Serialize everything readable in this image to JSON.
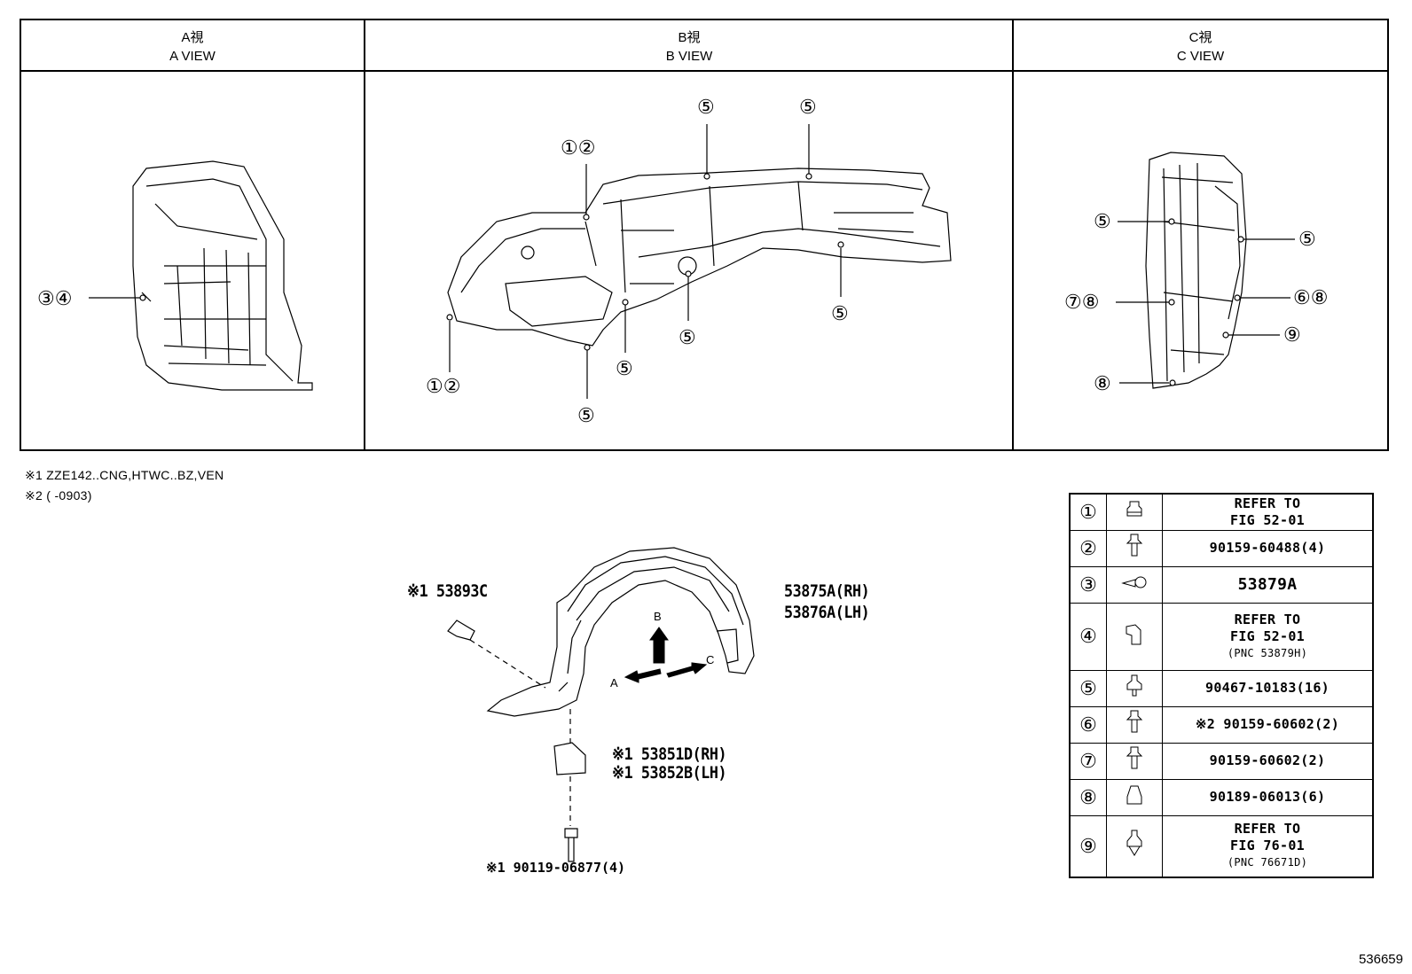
{
  "views": [
    {
      "title_jp": "A視",
      "title_en": "A VIEW"
    },
    {
      "title_jp": "B視",
      "title_en": "B VIEW"
    },
    {
      "title_jp": "C視",
      "title_en": "C VIEW"
    }
  ],
  "callouts": {
    "a_view": [
      "③④"
    ],
    "b_view": [
      "①②",
      "①②",
      "⑤",
      "⑤",
      "⑤",
      "⑤",
      "⑤",
      "⑤"
    ],
    "c_view": [
      "⑤",
      "⑤",
      "⑦⑧",
      "⑥⑧",
      "⑨",
      "⑧"
    ]
  },
  "notes": [
    "※1 ZZE142..CNG,HTWC..BZ,VEN",
    "※2 (      -0903)"
  ],
  "main_labels": {
    "clip_top": "※1 53893C",
    "liner_rh": "53875A(RH)",
    "liner_lh": "53876A(LH)",
    "seal_rh": "※1 53851D(RH)",
    "seal_lh": "※1 53852B(LH)",
    "bolt": "※1 90119-06877(4)",
    "arrow_a": "A",
    "arrow_b": "B",
    "arrow_c": "C"
  },
  "legend": [
    {
      "num": "①",
      "icon": "nut-icon",
      "lines": [
        "REFER TO",
        "FIG 52-01"
      ],
      "note": ""
    },
    {
      "num": "②",
      "icon": "bolt-icon",
      "lines": [
        "90159-60488(4)"
      ],
      "note": ""
    },
    {
      "num": "③",
      "icon": "clip-icon",
      "lines": [
        "53879A"
      ],
      "note": ""
    },
    {
      "num": "④",
      "icon": "bracket-icon",
      "lines": [
        "REFER TO",
        "FIG 52-01"
      ],
      "note": "(PNC 53879H)"
    },
    {
      "num": "⑤",
      "icon": "screw-icon",
      "lines": [
        "90467-10183(16)"
      ],
      "note": ""
    },
    {
      "num": "⑥",
      "icon": "bolt-icon",
      "lines": [
        "※2 90159-60602(2)"
      ],
      "note": ""
    },
    {
      "num": "⑦",
      "icon": "bolt-icon",
      "lines": [
        "90159-60602(2)"
      ],
      "note": ""
    },
    {
      "num": "⑧",
      "icon": "nut-cap-icon",
      "lines": [
        "90189-06013(6)"
      ],
      "note": ""
    },
    {
      "num": "⑨",
      "icon": "push-clip-icon",
      "lines": [
        "REFER TO",
        "FIG 76-01"
      ],
      "note": "(PNC 76671D)"
    }
  ],
  "figure_number": "536659"
}
